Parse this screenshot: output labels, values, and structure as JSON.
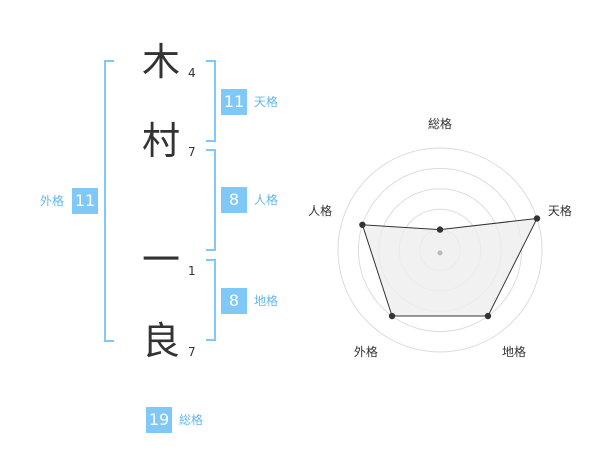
{
  "name": {
    "chars": [
      {
        "char": "木",
        "strokes": "4"
      },
      {
        "char": "村",
        "strokes": "7"
      },
      {
        "char": "一",
        "strokes": "1"
      },
      {
        "char": "良",
        "strokes": "7"
      }
    ]
  },
  "scores": {
    "tenkaku": {
      "value": "11",
      "label": "天格"
    },
    "jinkaku": {
      "value": "8",
      "label": "人格"
    },
    "chikaku": {
      "value": "8",
      "label": "地格"
    },
    "gaikaku": {
      "value": "11",
      "label": "外格"
    },
    "soukaku": {
      "value": "19",
      "label": "総格"
    }
  },
  "radar": {
    "axes": [
      "総格",
      "天格",
      "地格",
      "外格",
      "人格"
    ],
    "levels": [
      1,
      5,
      4,
      4,
      4
    ],
    "max": 5,
    "colors": {
      "fill": "#eeeeee",
      "line": "#333333",
      "grid": "#dddddd"
    }
  }
}
